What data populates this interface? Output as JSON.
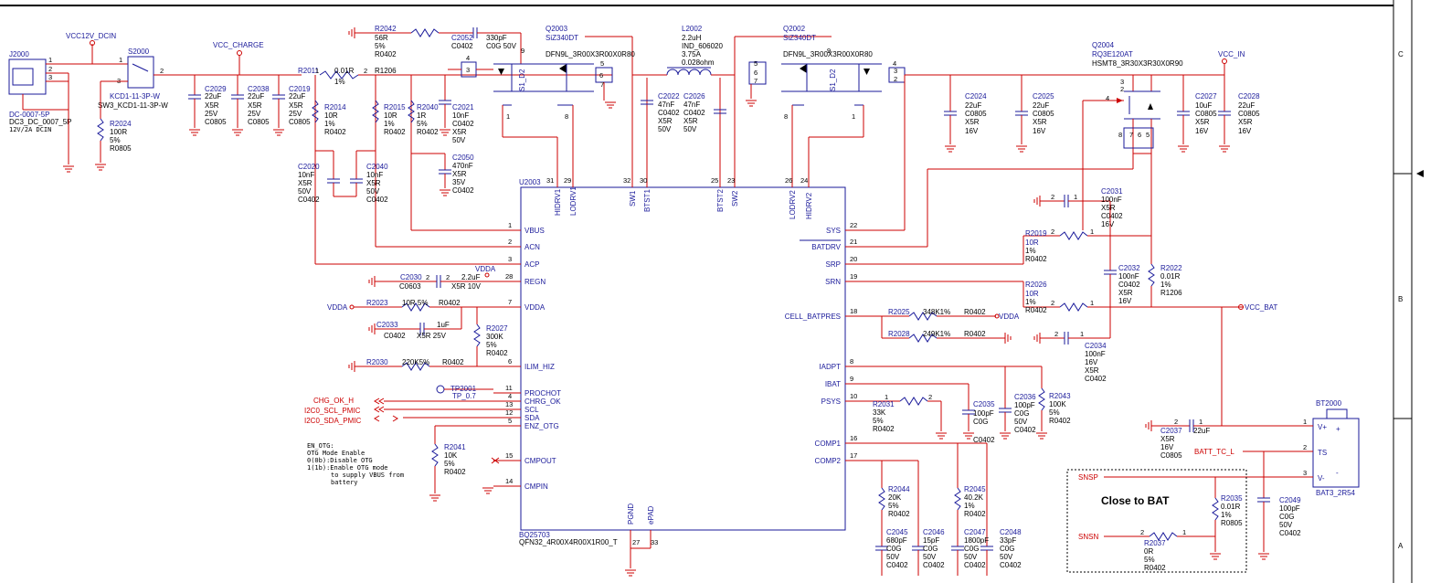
{
  "nets": {
    "vcc12v": "VCC12V_DCIN",
    "vcc_charge": "VCC_CHARGE",
    "vcc_in": "VCC_IN",
    "vcc_bat": "VCC_BAT",
    "vdda": "VDDA",
    "chg_ok": "CHG_OK_H",
    "scl": "I2C0_SCL_PMIC",
    "sda": "I2C0_SDA_PMIC",
    "batt_tc": "BATT_TC_L",
    "snsp": "SNSP",
    "snsn": "SNSN"
  },
  "tp": {
    "tp2001": "TP2001",
    "tp07": "TP_0.7"
  },
  "note": {
    "l1": "EN_OTG:",
    "l2": "OTG Mode Enable",
    "l3": "0(0b):Disable OTG",
    "l4": "1(1b):Enable OTG mode",
    "l5": "to supply VBUS from",
    "l6": "battery"
  },
  "close_to_bat": "Close to BAT",
  "ic": {
    "ref": "U2003",
    "name": "BQ25703",
    "pkg": "QFN32_4R00X4R00X1R00_T",
    "left_pins": [
      {
        "num": "1",
        "name": "VBUS"
      },
      {
        "num": "2",
        "name": "ACN"
      },
      {
        "num": "3",
        "name": "ACP"
      },
      {
        "num": "28",
        "name": "REGN"
      },
      {
        "num": "7",
        "name": "VDDA"
      },
      {
        "num": "6",
        "name": "ILIM_HIZ"
      },
      {
        "num": "11",
        "name": "PROCHOT"
      },
      {
        "num": "4",
        "name": "CHRG_OK"
      },
      {
        "num": "13",
        "name": "SCL"
      },
      {
        "num": "12",
        "name": "SDA"
      },
      {
        "num": "5",
        "name": "ENZ_OTG"
      },
      {
        "num": "15",
        "name": "CMPOUT"
      },
      {
        "num": "14",
        "name": "CMPIN"
      }
    ],
    "right_pins": [
      {
        "num": "22",
        "name": "SYS"
      },
      {
        "num": "21",
        "name": "BATDRV"
      },
      {
        "num": "20",
        "name": "SRP"
      },
      {
        "num": "19",
        "name": "SRN"
      },
      {
        "num": "18",
        "name": "CELL_BATPRES"
      },
      {
        "num": "8",
        "name": "IADPT"
      },
      {
        "num": "9",
        "name": "IBAT"
      },
      {
        "num": "10",
        "name": "PSYS"
      },
      {
        "num": "16",
        "name": "COMP1"
      },
      {
        "num": "17",
        "name": "COMP2"
      }
    ],
    "top_pins": [
      {
        "num": "31",
        "name": "HIDRV1"
      },
      {
        "num": "29",
        "name": "LODRV1"
      },
      {
        "num": "32",
        "name": "SW1"
      },
      {
        "num": "30",
        "name": "BTST1"
      },
      {
        "num": "25",
        "name": "BTST2"
      },
      {
        "num": "23",
        "name": "SW2"
      },
      {
        "num": "26",
        "name": "LODRV2"
      },
      {
        "num": "24",
        "name": "HIDRV2"
      }
    ],
    "bottom_pins": [
      {
        "num": "27",
        "name": "PGND"
      },
      {
        "num": "33",
        "name": "ePAD"
      }
    ]
  },
  "parts": {
    "j2000": {
      "ref": "J2000",
      "v1": "DC-0007-5P",
      "v2": "DC3_DC_0007_5P",
      "v3": "12V/2A DCIN"
    },
    "s2000": {
      "ref": "S2000",
      "v1": "KCD1-11-3P-W",
      "v2": "SW3_KCD1-11-3P-W"
    },
    "r2024": {
      "ref": "R2024",
      "v1": "100R",
      "v2": "5%",
      "v3": "R0805"
    },
    "c2029": {
      "ref": "C2029",
      "v1": "22uF",
      "v2": "X5R",
      "v3": "25V",
      "v4": "C0805"
    },
    "c2038": {
      "ref": "C2038",
      "v1": "22uF",
      "v2": "X5R",
      "v3": "25V",
      "v4": "C0805"
    },
    "c2019": {
      "ref": "C2019",
      "v1": "22uF",
      "v2": "X5R",
      "v3": "25V",
      "v4": "C0805"
    },
    "r2011": {
      "ref": "R2011",
      "v1": "0.01R",
      "v2": "1%",
      "v3": "R1206"
    },
    "r2014": {
      "ref": "R2014",
      "v1": "10R",
      "v2": "1%",
      "v3": "R0402"
    },
    "r2015": {
      "ref": "R2015",
      "v1": "10R",
      "v2": "1%",
      "v3": "R0402"
    },
    "r2040": {
      "ref": "R2040",
      "v1": "1R",
      "v2": "5%",
      "v3": "R0402"
    },
    "c2021": {
      "ref": "C2021",
      "v1": "10nF",
      "v2": "C0402",
      "v3": "X5R",
      "v4": "50V"
    },
    "c2050": {
      "ref": "C2050",
      "v1": "470nF",
      "v2": "X5R",
      "v3": "35V",
      "v4": "C0402"
    },
    "c2020": {
      "ref": "C2020",
      "v1": "10nF",
      "v2": "X5R",
      "v3": "50V",
      "v4": "C0402"
    },
    "c2040": {
      "ref": "C2040",
      "v1": "10nF",
      "v2": "X5R",
      "v3": "50V",
      "v4": "C0402"
    },
    "r2042": {
      "ref": "R2042",
      "v1": "56R",
      "v2": "5%",
      "v3": "R0402"
    },
    "c2052": {
      "ref": "C2052",
      "v1": "330pF",
      "v2": "C0402",
      "v3": "C0G 50V"
    },
    "q2003": {
      "ref": "Q2003",
      "v1": "SiZ340DT",
      "v2": "DFN9L_3R00X3R00X0R80",
      "g": "S1_D2"
    },
    "l2002": {
      "ref": "L2002",
      "v1": "2.2uH",
      "v2": "IND_606020",
      "v3": "3.75A",
      "v4": "0.028ohm"
    },
    "c2022": {
      "ref": "C2022",
      "v1": "47nF",
      "v2": "C0402",
      "v3": "X5R",
      "v4": "50V"
    },
    "c2026": {
      "ref": "C2026",
      "v1": "47nF",
      "v2": "C0402",
      "v3": "X5R",
      "v4": "50V"
    },
    "q2002": {
      "ref": "Q2002",
      "v1": "SiZ340DT",
      "v2": "DFN9L_3R00X3R00X0R80",
      "g": "S1_D2"
    },
    "q2004": {
      "ref": "Q2004",
      "v1": "RQ3E120AT",
      "v2": "HSMT8_3R30X3R30X0R90"
    },
    "c2024": {
      "ref": "C2024",
      "v1": "22uF",
      "v2": "C0805",
      "v3": "X5R",
      "v4": "16V"
    },
    "c2025": {
      "ref": "C2025",
      "v1": "22uF",
      "v2": "C0805",
      "v3": "X5R",
      "v4": "16V"
    },
    "c2027": {
      "ref": "C2027",
      "v1": "10uF",
      "v2": "C0805",
      "v3": "X5R",
      "v4": "16V"
    },
    "c2028": {
      "ref": "C2028",
      "v1": "22uF",
      "v2": "C0805",
      "v3": "X5R",
      "v4": "16V"
    },
    "c2031": {
      "ref": "C2031",
      "v1": "100nF",
      "v2": "X5R",
      "v3": "C0402",
      "v4": "16V"
    },
    "r2019": {
      "ref": "R2019",
      "v1": "10R",
      "v2": "1%",
      "v3": "R0402"
    },
    "c2032": {
      "ref": "C2032",
      "v1": "100nF",
      "v2": "C0402",
      "v3": "X5R",
      "v4": "16V"
    },
    "r2022": {
      "ref": "R2022",
      "v1": "0.01R",
      "v2": "1%",
      "v3": "R1206"
    },
    "r2026": {
      "ref": "R2026",
      "v1": "10R",
      "v2": "1%",
      "v3": "R0402"
    },
    "r2025": {
      "ref": "R2025",
      "v1": "348K1%",
      "v2": "R0402"
    },
    "r2028": {
      "ref": "R2028",
      "v1": "249K1%",
      "v2": "R0402"
    },
    "c2034": {
      "ref": "C2034",
      "v1": "100nF",
      "v2": "16V",
      "v3": "X5R",
      "v4": "C0402"
    },
    "c2030": {
      "ref": "C2030",
      "v1": "2.2uF",
      "v2": "C0603",
      "v3": "X5R 10V"
    },
    "r2023": {
      "ref": "R2023",
      "v1": "10R 5%",
      "v2": "R0402"
    },
    "c2033": {
      "ref": "C2033",
      "v1": "1uF",
      "v2": "C0402",
      "v3": "X5R 25V"
    },
    "r2027": {
      "ref": "R2027",
      "v1": "300K",
      "v2": "5%",
      "v3": "R0402"
    },
    "r2030": {
      "ref": "R2030",
      "v1": "220K5%",
      "v2": "R0402"
    },
    "r2041": {
      "ref": "R2041",
      "v1": "10K",
      "v2": "5%",
      "v3": "R0402"
    },
    "r2031": {
      "ref": "R2031",
      "v1": "33K",
      "v2": "5%",
      "v3": "R0402"
    },
    "c2035": {
      "ref": "C2035",
      "v1": "100pF",
      "v2": "C0G",
      "v3": "50V",
      "v4": "C0402"
    },
    "c2036": {
      "ref": "C2036",
      "v1": "100pF",
      "v2": "C0G",
      "v3": "50V",
      "v4": "C0402"
    },
    "r2043": {
      "ref": "R2043",
      "v1": "100K",
      "v2": "5%",
      "v3": "R0402"
    },
    "r2044": {
      "ref": "R2044",
      "v1": "20K",
      "v2": "5%",
      "v3": "R0402"
    },
    "r2045": {
      "ref": "R2045",
      "v1": "40.2K",
      "v2": "1%",
      "v3": "R0402"
    },
    "c2045": {
      "ref": "C2045",
      "v1": "680pF",
      "v2": "C0G",
      "v3": "50V",
      "v4": "C0402"
    },
    "c2046": {
      "ref": "C2046",
      "v1": "15pF",
      "v2": "C0G",
      "v3": "50V",
      "v4": "C0402"
    },
    "c2047": {
      "ref": "C2047",
      "v1": "1800pF",
      "v2": "C0G",
      "v3": "50V",
      "v4": "C0402"
    },
    "c2048": {
      "ref": "C2048",
      "v1": "33pF",
      "v2": "C0G",
      "v3": "50V",
      "v4": "C0402"
    },
    "bt2000": {
      "ref": "BT2000",
      "v1": "BAT3_2R54",
      "vp": "V+",
      "ts": "TS",
      "vn": "V-"
    },
    "c2037": {
      "ref": "C2037",
      "v1": "22uF",
      "v2": "X5R",
      "v3": "16V",
      "v4": "C0805"
    },
    "c2049": {
      "ref": "C2049",
      "v1": "100pF",
      "v2": "C0G",
      "v3": "50V",
      "v4": "C0402"
    },
    "r2035": {
      "ref": "R2035",
      "v1": "0.01R",
      "v2": "1%",
      "v3": "R0805"
    },
    "r2037": {
      "ref": "R2037",
      "v1": "0R",
      "v2": "5%",
      "v3": "R0402"
    }
  },
  "border": {
    "c": "C",
    "b": "B",
    "a": "A"
  }
}
